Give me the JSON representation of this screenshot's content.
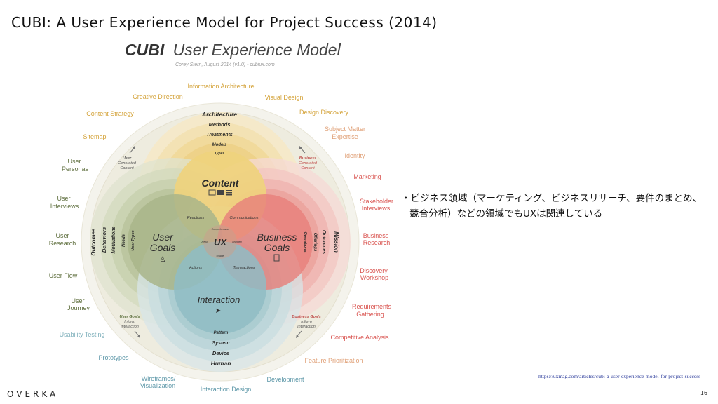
{
  "slide": {
    "title": "CUBI: A User Experience Model for Project Success (2014)",
    "bullet": "・ビジネス領域（マーケティング、ビジネスリサーチ、要件のまとめ、競合分析）などの領域でもUXは関連している",
    "bullet_line1": "・ビジネス領域（マーケティング、ビジネスリサーチ、要件のまとめ、",
    "bullet_line2": "競合分析）などの領域でもUXは関連している",
    "source_url": "https://uxmag.com/articles/cubi-a-user-experience-model-for-project-success",
    "brand": "OVERKA",
    "page_number": "16"
  },
  "diagram": {
    "heading_bold": "CUBI",
    "heading_light": "User Experience Model",
    "byline": "Corey Stern, August 2014  (v1.0)  - cubiux.com",
    "center": "UX",
    "circles": {
      "content": "Content",
      "user_goals_1": "User",
      "user_goals_2": "Goals",
      "business_goals_1": "Business",
      "business_goals_2": "Goals",
      "interaction": "Interaction"
    },
    "overlaps": {
      "reactions": "Reactions",
      "communications": "Communications",
      "actions": "Actions",
      "transactions": "Transactions",
      "comprehension": "Comprehension",
      "useful": "Useful",
      "branded": "Branded",
      "usable": "Usable"
    },
    "top_layers": [
      "Architecture",
      "Methods",
      "Treatments",
      "Models",
      "Types"
    ],
    "bottom_layers": [
      "Pattern",
      "System",
      "Device",
      "Human"
    ],
    "left_layers": [
      "Outcomes",
      "Behaviors",
      "Motivations",
      "Needs",
      "User Types"
    ],
    "right_layers": [
      "Mission",
      "Outcomes",
      "Offerings",
      "Operations"
    ],
    "flows": {
      "user_generated": [
        "User",
        "Generated",
        "Content"
      ],
      "business_generated": [
        "Business",
        "Generated",
        "Content"
      ],
      "user_goals_inform": [
        "User Goals",
        "Inform",
        "Interaction"
      ],
      "business_goals_inform": [
        "Business Goals",
        "Inform",
        "Interaction"
      ]
    },
    "outer": {
      "information_architecture": "Information Architecture",
      "creative_direction": "Creative Direction",
      "visual_design": "Visual Design",
      "content_strategy": "Content Strategy",
      "design_discovery": "Design Discovery",
      "sitemap": "Sitemap",
      "subject_matter_1": "Subject Matter",
      "subject_matter_2": "Expertise",
      "identity": "Identity",
      "user_personas_1": "User",
      "user_personas_2": "Personas",
      "marketing": "Marketing",
      "user_interviews_1": "User",
      "user_interviews_2": "Interviews",
      "stakeholder_1": "Stakeholder",
      "stakeholder_2": "Interviews",
      "user_research_1": "User",
      "user_research_2": "Research",
      "business_research_1": "Business",
      "business_research_2": "Research",
      "user_flow": "User Flow",
      "discovery_workshop_1": "Discovery",
      "discovery_workshop_2": "Workshop",
      "user_journey_1": "User",
      "user_journey_2": "Journey",
      "requirements_1": "Requirements",
      "requirements_2": "Gathering",
      "usability_testing": "Usability Testing",
      "competitive_analysis": "Competitive Analysis",
      "prototypes": "Prototypes",
      "feature_prioritization": "Feature Prioritization",
      "wireframes_1": "Wireframes/",
      "wireframes_2": "Visualization",
      "development": "Development",
      "interaction_design": "Interaction Design"
    }
  }
}
